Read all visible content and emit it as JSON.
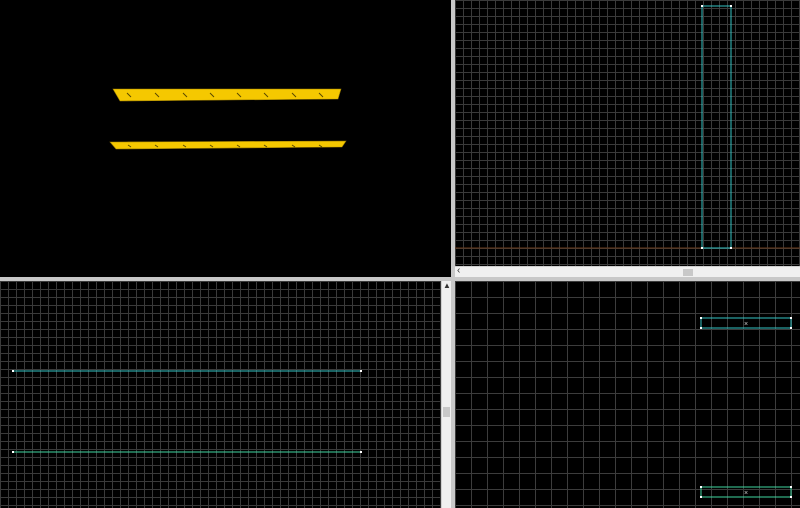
{
  "app": {
    "title": ""
  },
  "viewports": [
    {
      "id": "3d",
      "label": ""
    },
    {
      "id": "top",
      "label": ""
    },
    {
      "id": "front",
      "label": ""
    },
    {
      "id": "side",
      "label": ""
    }
  ],
  "scrollbars": {
    "top_left_arrow": "‹",
    "front_up_arrow": "▲"
  },
  "colors": {
    "brush_yellow": "#f5c800",
    "wire_cyan": "#34c4c4",
    "wire_teal": "#3fd6a0",
    "grid_line": "#3a3a3a",
    "grid_major": "#5a5a5a",
    "background": "#000000"
  },
  "icons": {
    "vertex_handle": "square",
    "origin_marker": "x"
  }
}
